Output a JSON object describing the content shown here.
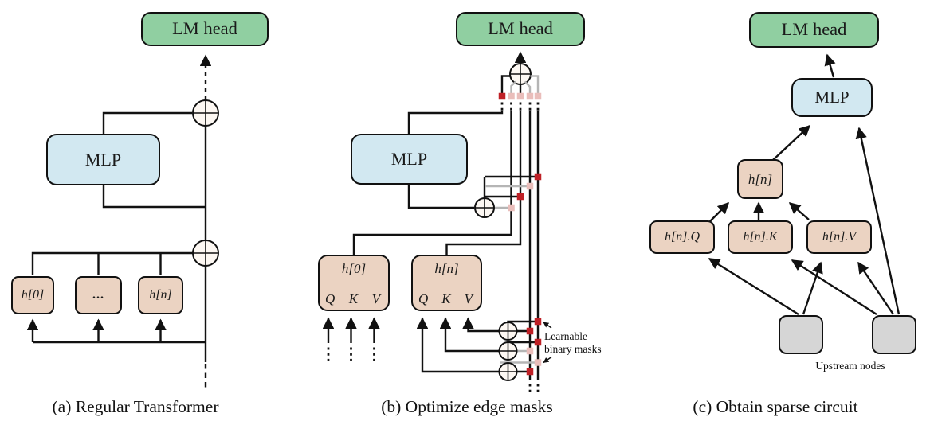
{
  "colors": {
    "green": "#90cfa1",
    "blue": "#d2e8f1",
    "tan": "#ebd3c2",
    "gray_node": "#d6d6d6",
    "mask_on": "#bf2026",
    "mask_off": "#e9bdba",
    "line_gray": "#b5b5b5",
    "circle_fill": "#fdf8f3"
  },
  "panel_a": {
    "caption": "(a) Regular Transformer",
    "lm_head": "LM head",
    "mlp": "MLP",
    "h0": "h[0]",
    "dots": "...",
    "hn": "h[n]"
  },
  "panel_b": {
    "caption": "(b) Optimize edge masks",
    "lm_head": "LM head",
    "mlp": "MLP",
    "h0": "h[0]",
    "hn": "h[n]",
    "q": "Q",
    "k": "K",
    "v": "V",
    "annotation_line1": "Learnable",
    "annotation_line2": "binary masks"
  },
  "panel_c": {
    "caption": "(c) Obtain sparse circuit",
    "lm_head": "LM head",
    "mlp": "MLP",
    "hn": "h[n]",
    "hn_q": "h[n].Q",
    "hn_k": "h[n].K",
    "hn_v": "h[n].V",
    "upstream_label": "Upstream nodes"
  }
}
